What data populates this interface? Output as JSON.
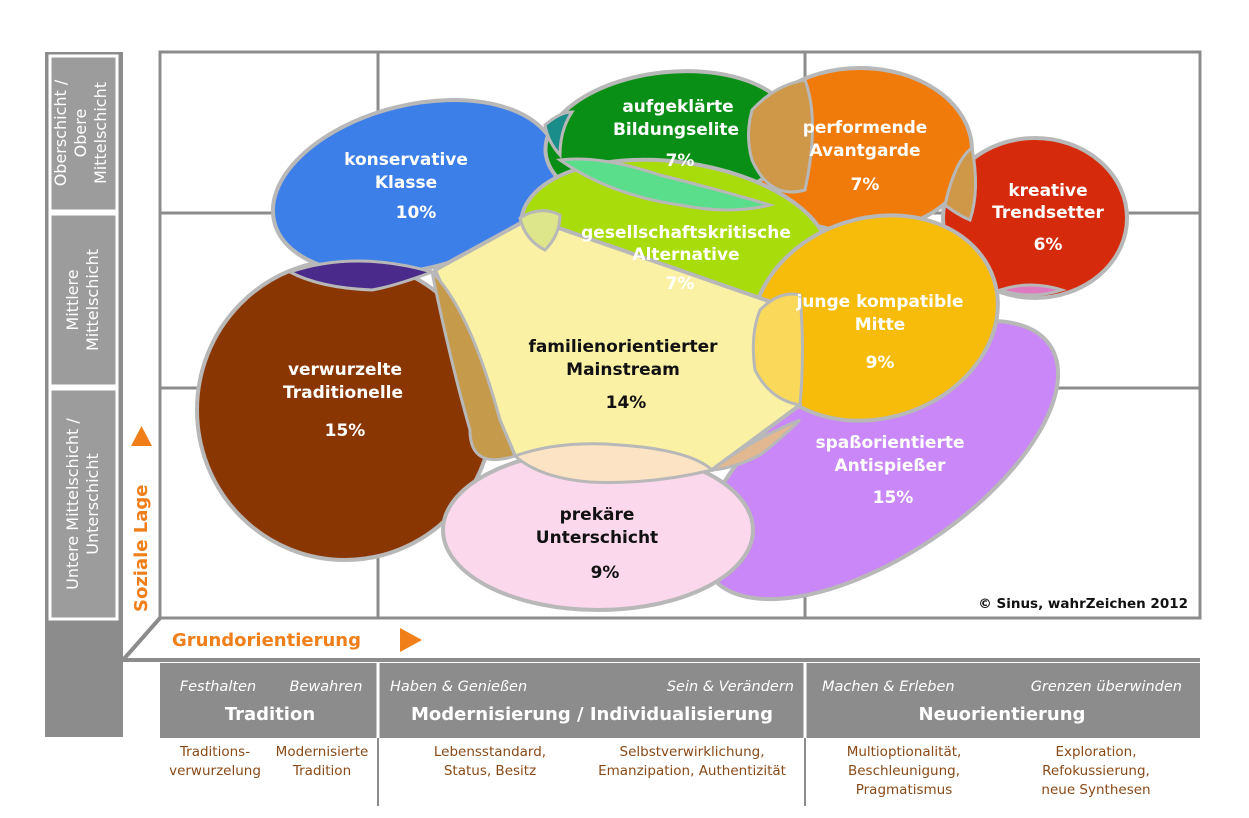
{
  "colors": {
    "frame": "#8c8c8c",
    "accent": "#f07f1a",
    "description_text": "#8a4a18"
  },
  "y_axis": {
    "title": "Soziale Lage",
    "levels": [
      {
        "line1": "Oberschicht /",
        "line2": "Obere",
        "line3": "Mittelschicht"
      },
      {
        "line1": "Mittlere",
        "line2": "Mittelschicht"
      },
      {
        "line1": "Untere Mittelschicht /",
        "line2": "Unterschicht"
      }
    ]
  },
  "x_axis": {
    "title": "Grundorientierung",
    "groups": [
      {
        "sub1": "Festhalten",
        "sub2": "Bewahren",
        "heading": "Tradition"
      },
      {
        "sub1": "Haben & Genießen",
        "sub2": "Sein & Verändern",
        "heading": "Modernisierung / Individualisierung"
      },
      {
        "sub1": "Machen & Erleben",
        "sub2": "Grenzen überwinden",
        "heading": "Neuorientierung"
      }
    ],
    "descriptions": [
      {
        "l1": "Traditions-",
        "l2": "verwurzelung"
      },
      {
        "l1": "Modernisierte",
        "l2": "Tradition"
      },
      {
        "l1": "Lebensstandard,",
        "l2": "Status, Besitz"
      },
      {
        "l1": "Selbstverwirklichung,",
        "l2": "Emanzipation, Authentizität"
      },
      {
        "l1": "Multioptionalität,",
        "l2": "Beschleunigung,",
        "l3": "Pragmatismus"
      },
      {
        "l1": "Exploration,",
        "l2": "Refokussierung,",
        "l3": "neue Synthesen"
      }
    ]
  },
  "milieus": [
    {
      "line1": "konservative",
      "line2": "Klasse",
      "share": "10%",
      "color": "#3d7fe8"
    },
    {
      "line1": "aufgeklärte",
      "line2": "Bildungselite",
      "share": "7%",
      "color": "#0a8f16"
    },
    {
      "line1": "performende",
      "line2": "Avantgarde",
      "share": "7%",
      "color": "#f07a0a"
    },
    {
      "line1": "kreative",
      "line2": "Trendsetter",
      "share": "6%",
      "color": "#d62a0c"
    },
    {
      "line1": "gesellschaftskritische",
      "line2": "Alternative",
      "share": "7%",
      "color": "#a8dc0a"
    },
    {
      "line1": "junge kompatible",
      "line2": "Mitte",
      "share": "9%",
      "color": "#f7bc0a"
    },
    {
      "line1": "familienorientierter",
      "line2": "Mainstream",
      "share": "14%",
      "color": "#faf1a4"
    },
    {
      "line1": "verwurzelte",
      "line2": "Traditionelle",
      "share": "15%",
      "color": "#8a3603"
    },
    {
      "line1": "spaßorientierte",
      "line2": "Antispießer",
      "share": "15%",
      "color": "#c987f7"
    },
    {
      "line1": "prekäre",
      "line2": "Unterschicht",
      "share": "9%",
      "color": "#fcd8ec"
    }
  ],
  "copyright": "© Sinus, wahrZeichen 2012"
}
